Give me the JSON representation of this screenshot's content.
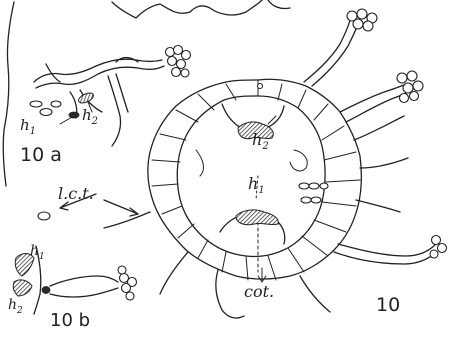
{
  "labels": {
    "fig10a": {
      "fig": "10 a",
      "h1": "h",
      "h1_sub": "1",
      "h2": "h",
      "h2_sub": "2"
    },
    "lct": "l.c.t.",
    "fig10": {
      "fig": "10",
      "h1": "h",
      "h1_sub": "1",
      "h2": "h",
      "h2_sub": "2",
      "cot": "cot."
    },
    "fig10b": {
      "fig": "10 b",
      "h1": "h",
      "h1_sub": "1",
      "h2": "h",
      "h2_sub": "2"
    }
  },
  "colors": {
    "ink": "#222222",
    "paper": "#ffffff"
  }
}
